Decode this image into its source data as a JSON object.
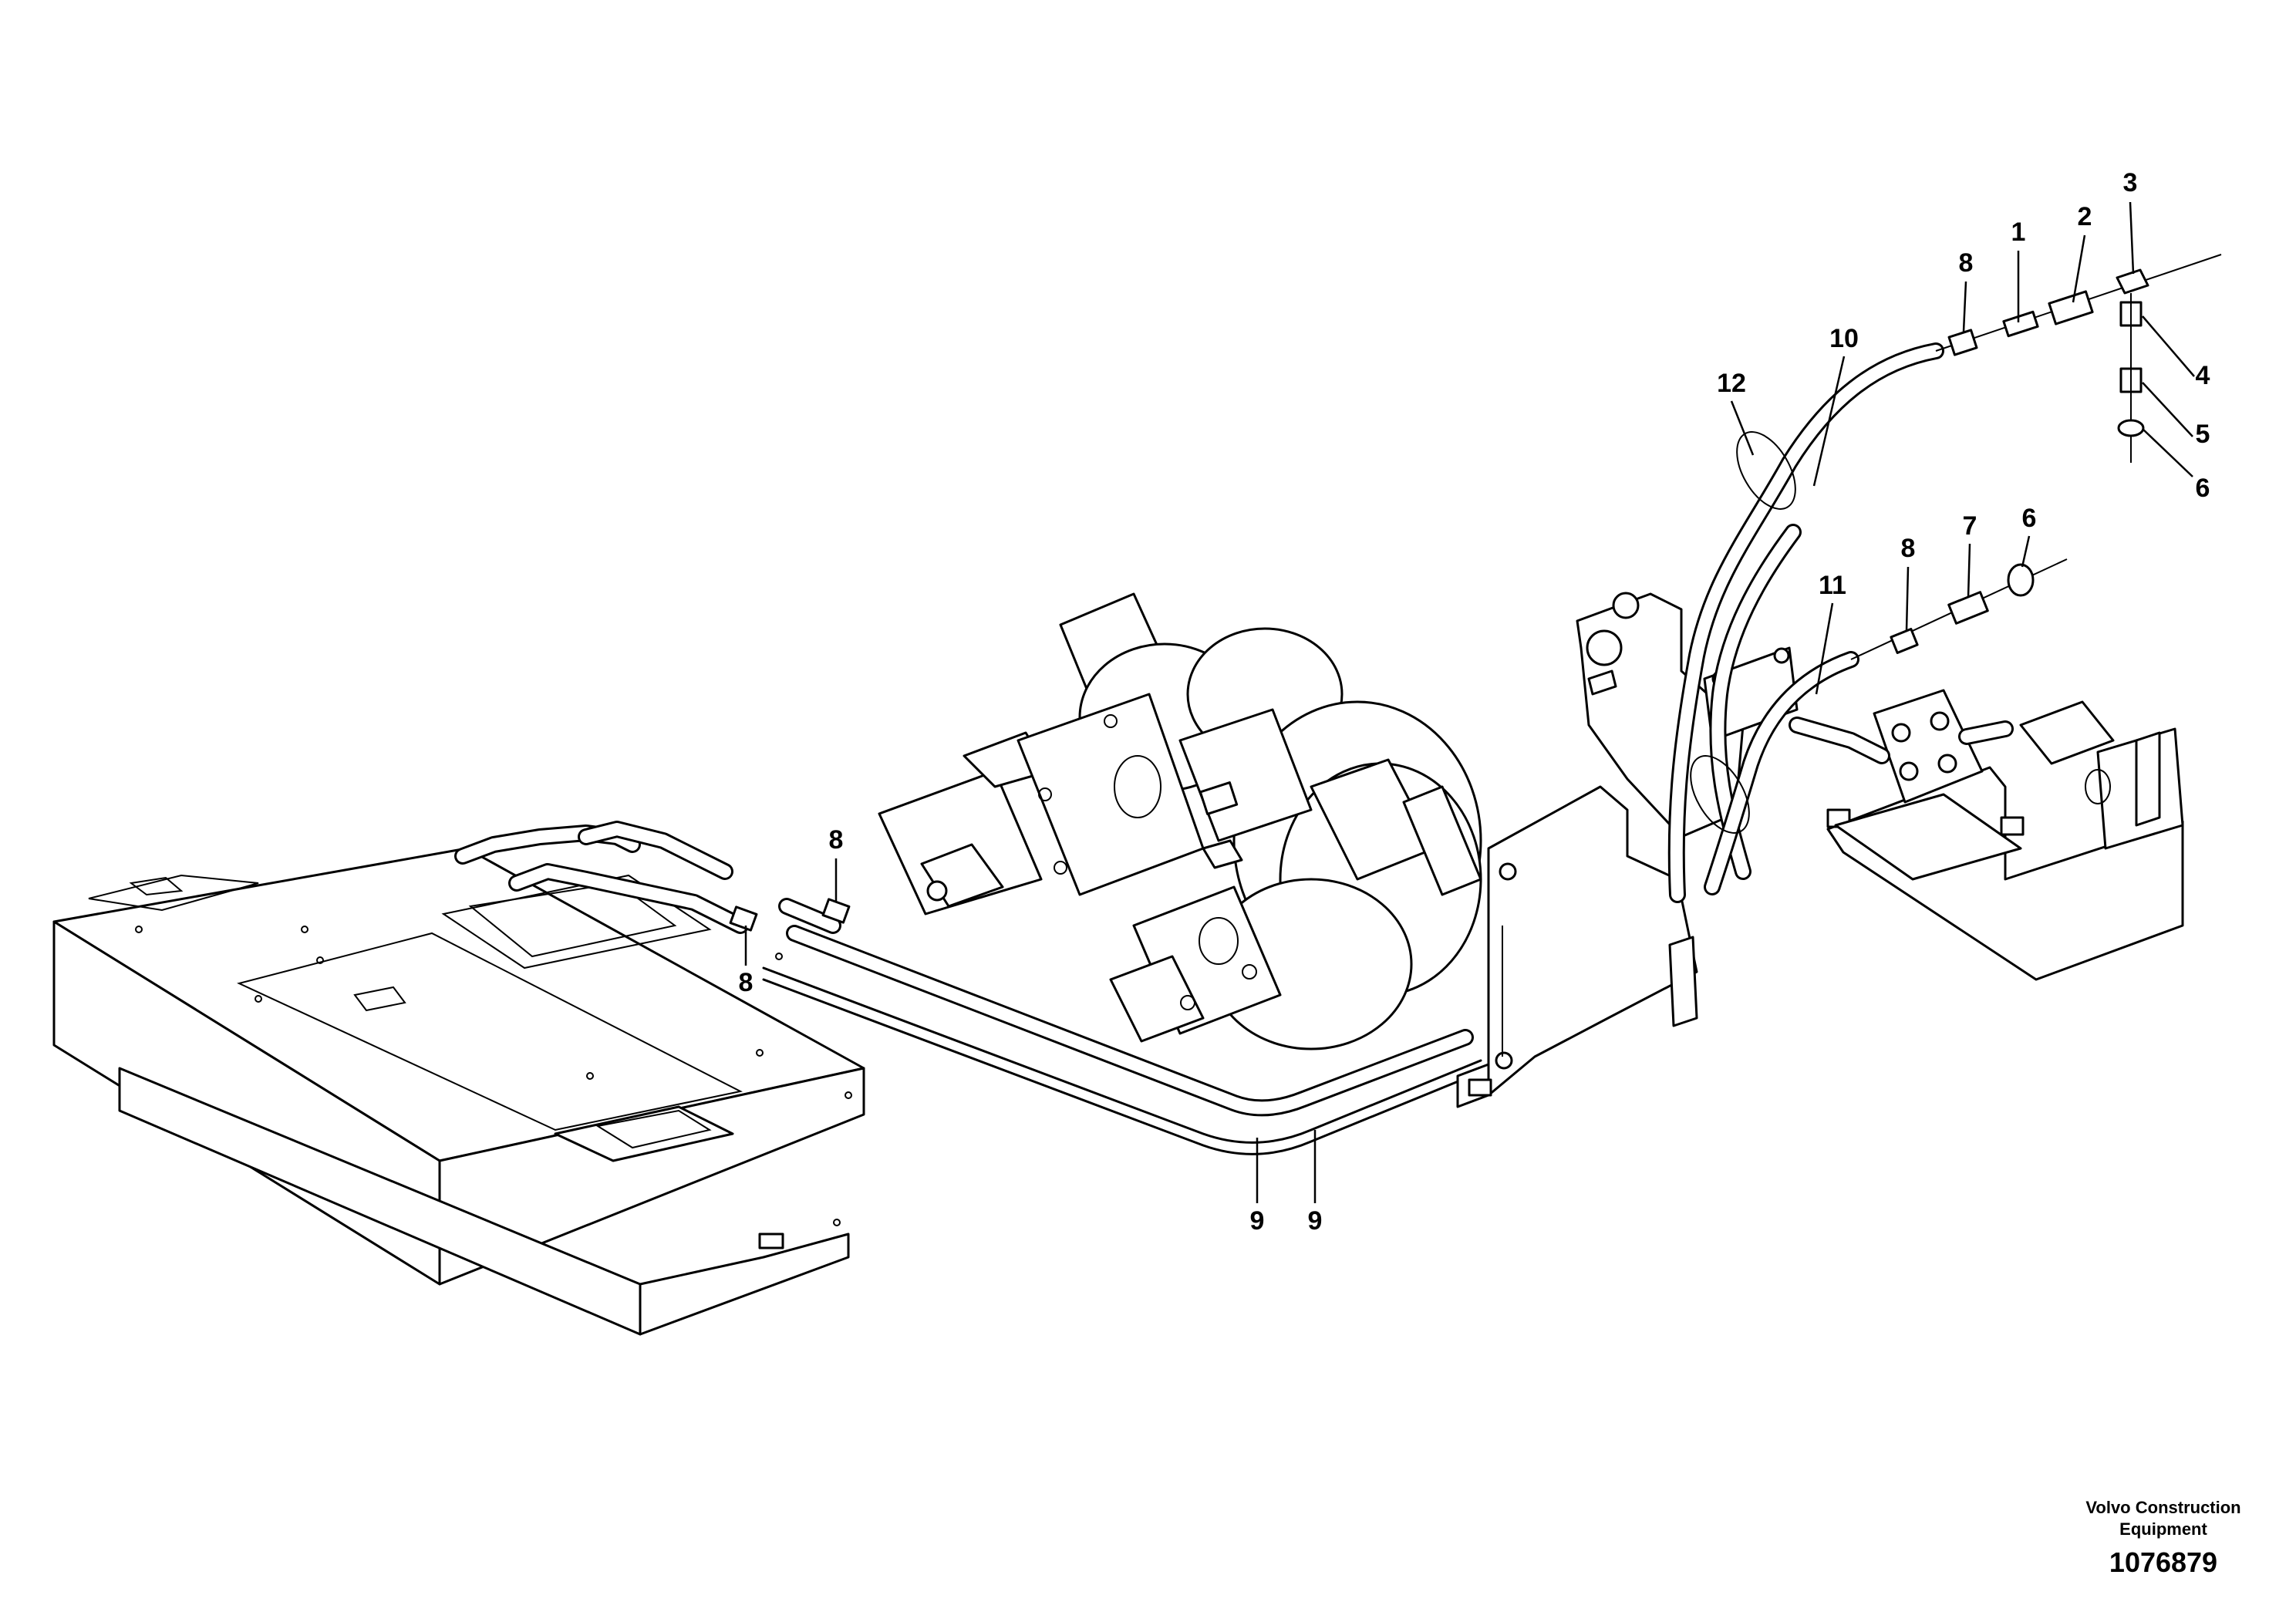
{
  "callouts": [
    {
      "id": "c1",
      "text": "1"
    },
    {
      "id": "c2",
      "text": "2"
    },
    {
      "id": "c3",
      "text": "3"
    },
    {
      "id": "c4",
      "text": "4"
    },
    {
      "id": "c5",
      "text": "5"
    },
    {
      "id": "c6a",
      "text": "6"
    },
    {
      "id": "c6b",
      "text": "6"
    },
    {
      "id": "c7",
      "text": "7"
    },
    {
      "id": "c8a",
      "text": "8"
    },
    {
      "id": "c8b",
      "text": "8"
    },
    {
      "id": "c8c",
      "text": "8"
    },
    {
      "id": "c8d",
      "text": "8"
    },
    {
      "id": "c9a",
      "text": "9"
    },
    {
      "id": "c9b",
      "text": "9"
    },
    {
      "id": "c10",
      "text": "10"
    },
    {
      "id": "c11",
      "text": "11"
    },
    {
      "id": "c12",
      "text": "12"
    }
  ],
  "publisher": {
    "line1": "Volvo Construction",
    "line2": "Equipment",
    "drawing_number": "1076879"
  }
}
